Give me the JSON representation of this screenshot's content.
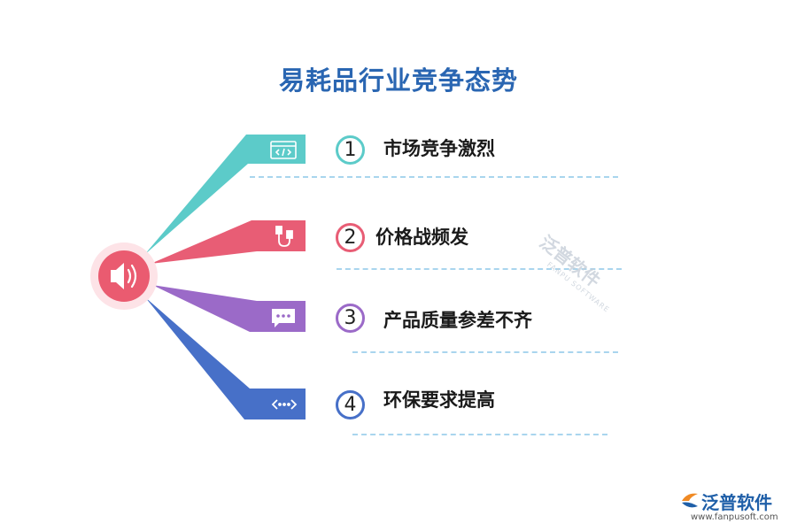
{
  "title": "易耗品行业竞争态势",
  "colors": {
    "title": "#2a66b2",
    "teal": "#5ccbc9",
    "red": "#e85d75",
    "purple": "#9b6ac8",
    "blue": "#4770c8",
    "hub": "#ea5b70"
  },
  "items": [
    {
      "number": "1",
      "label": "市场竞争激烈",
      "color": "#5ccbc9",
      "icon": "code-window-icon"
    },
    {
      "number": "2",
      "label": "价格战频发",
      "color": "#e85d75",
      "icon": "usb-cable-icon"
    },
    {
      "number": "3",
      "label": "产品质量参差不齐",
      "color": "#9b6ac8",
      "icon": "chat-bubble-icon"
    },
    {
      "number": "4",
      "label": "环保要求提高",
      "color": "#4770c8",
      "icon": "arrows-horizontal-icon"
    }
  ],
  "hub_icon": "speaker-icon",
  "watermark": {
    "text": "泛普软件",
    "sub": "FANPU SOFTWARE"
  },
  "brand": {
    "name": "泛普软件",
    "url": "www.fanpusoft.com"
  }
}
